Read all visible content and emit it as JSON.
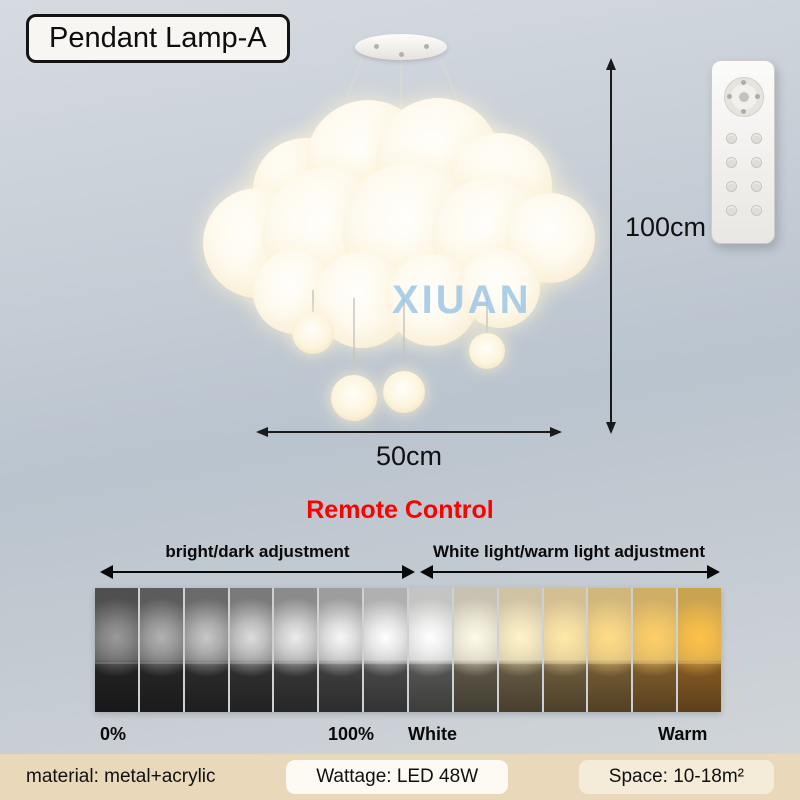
{
  "title_badge": "Pendant Lamp-A",
  "watermark": "XIUAN",
  "dimensions": {
    "height": "100cm",
    "width": "50cm"
  },
  "remote_section": {
    "heading": "Remote Control",
    "heading_color": "#ff0000",
    "left_label": "bright/dark adjustment",
    "right_label": "White light/warm light adjustment"
  },
  "strip": {
    "start_label": "0%",
    "mid_left_label": "100%",
    "mid_right_label": "White",
    "end_label": "Warm",
    "segments": [
      {
        "sky": "#4f4f4f",
        "glow": "#9a9a9a",
        "sea": "#222222"
      },
      {
        "sky": "#5c5c5c",
        "glow": "#b2b2b2",
        "sea": "#262626"
      },
      {
        "sky": "#6a6a6a",
        "glow": "#c8c8c8",
        "sea": "#2b2b2b"
      },
      {
        "sky": "#7a7a7a",
        "glow": "#dcdcdc",
        "sea": "#303030"
      },
      {
        "sky": "#8b8b8b",
        "glow": "#ececec",
        "sea": "#373737"
      },
      {
        "sky": "#9d9d9d",
        "glow": "#f7f7f7",
        "sea": "#3f3f3f"
      },
      {
        "sky": "#b0b0b0",
        "glow": "#ffffff",
        "sea": "#484848"
      },
      {
        "sky": "#c4c4c2",
        "glow": "#ffffff",
        "sea": "#565654"
      },
      {
        "sky": "#c9c2b2",
        "glow": "#fffbe8",
        "sea": "#5e5748"
      },
      {
        "sky": "#cfc3a4",
        "glow": "#fff3c8",
        "sea": "#665a42"
      },
      {
        "sky": "#d2bf92",
        "glow": "#ffe9a8",
        "sea": "#6e5c3c"
      },
      {
        "sky": "#d2b77c",
        "glow": "#ffdd88",
        "sea": "#755c34"
      },
      {
        "sky": "#cfae66",
        "glow": "#ffd068",
        "sea": "#7d5c2c"
      },
      {
        "sky": "#caa350",
        "glow": "#ffc248",
        "sea": "#845a24"
      }
    ]
  },
  "footer": {
    "material": "material: metal+acrylic",
    "wattage": "Wattage: LED 48W",
    "space": "Space: 10-18m²"
  },
  "colors": {
    "accent_red": "#ff0000",
    "footer_bg": "#e9d8ba",
    "watermark_blue": "#9dc5e4",
    "background_top": "#d6dbe1",
    "background_mid": "#bac4ce"
  }
}
